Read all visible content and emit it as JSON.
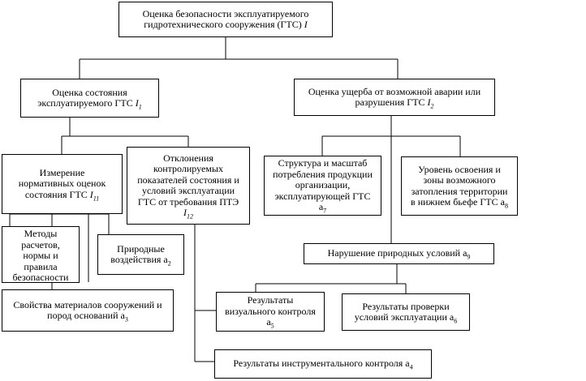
{
  "boxes": {
    "root": {
      "lines": [
        "Оценка безопасности эксплуатируемого",
        "гидротехнического сооружения (ГТС) "
      ],
      "var": "I",
      "sub": ""
    },
    "state": {
      "lines": [
        "Оценка состояния",
        "эксплуатируемого ГТС "
      ],
      "var": "I",
      "sub": "1"
    },
    "damage": {
      "lines": [
        "Оценка ущерба от возможной аварии или",
        "разрушения ГТС "
      ],
      "var": "I",
      "sub": "2"
    },
    "measure": {
      "lines": [
        "Измерение",
        "нормативных оценок",
        "состояния ГТС "
      ],
      "var": "I",
      "sub": "11"
    },
    "deviation": {
      "lines": [
        "Отклонения",
        "контролируемых",
        "показателей состояния и",
        "условий эксплуатации",
        "ГТС от требования ПТЭ"
      ],
      "var": "I",
      "sub": "12"
    },
    "structure": {
      "lines": [
        "Структура и масштаб",
        "потребления продукции",
        "организации,",
        "эксплуатирующей ГТС"
      ],
      "sub": "7"
    },
    "level": {
      "lines": [
        "Уровень освоения и",
        "зоны возможного",
        "затопления территории",
        "в нижнем бьефе ГТС "
      ],
      "sub": "8"
    },
    "methods": {
      "lines": [
        "Методы",
        "расчетов,",
        "нормы и",
        "правила",
        "безопасности"
      ]
    },
    "natural": {
      "lines": [
        "Природные",
        "воздействия а"
      ],
      "sub": "2"
    },
    "disruption": {
      "lines": [
        "Нарушение природных условий а"
      ],
      "sub": "9"
    },
    "materials": {
      "lines": [
        "Свойства материалов сооружений и",
        "пород оснований а"
      ],
      "sub": "3"
    },
    "visual": {
      "lines": [
        "Результаты",
        "визуального контроля"
      ],
      "sub": "5"
    },
    "check": {
      "lines": [
        "Результаты проверки",
        "условий эксплуатации а"
      ],
      "sub": "6"
    },
    "instrumental": {
      "lines": [
        "Результаты инструментального контроля а"
      ],
      "sub": "4"
    }
  }
}
